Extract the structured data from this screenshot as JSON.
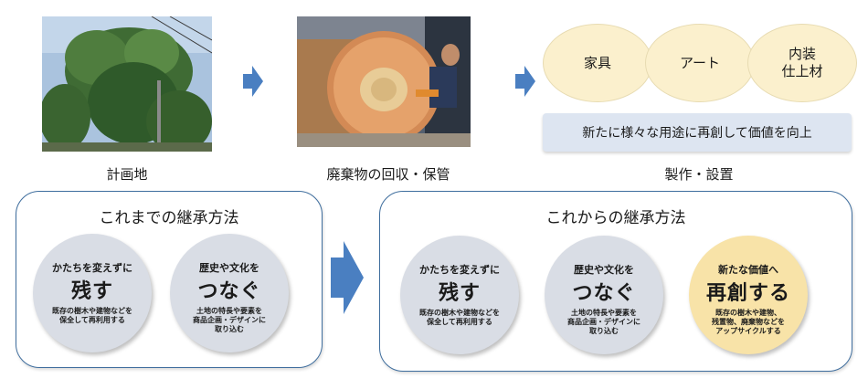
{
  "steps": [
    {
      "caption": "計画地",
      "image": "tree-photo"
    },
    {
      "caption": "廃棄物の回収・保管",
      "image": "log-cutting-photo"
    },
    {
      "caption": "製作・設置"
    }
  ],
  "products": [
    "家具",
    "アート",
    "内装\n仕上材"
  ],
  "banner": "新たに様々な用途に再創して価値を向上",
  "previous_method": {
    "title": "これまでの継承方法",
    "circles": [
      {
        "lead": "かたちを変えずに",
        "main": "残す",
        "desc": "既存の樹木や建物などを\n保全して再利用する"
      },
      {
        "lead": "歴史や文化を",
        "main": "つなぐ",
        "desc": "土地の特長や要素を\n商品企画・デザインに\n取り込む"
      }
    ]
  },
  "future_method": {
    "title": "これからの継承方法",
    "circles": [
      {
        "lead": "かたちを変えずに",
        "main": "残す",
        "desc": "既存の樹木や建物などを\n保全して再利用する"
      },
      {
        "lead": "歴史や文化を",
        "main": "つなぐ",
        "desc": "土地の特長や要素を\n商品企画・デザインに\n取り込む"
      },
      {
        "lead": "新たな価値へ",
        "main": "再創する",
        "desc": "既存の樹木や建物、\n残置物、廃棄物などを\nアップサイクルする"
      }
    ]
  },
  "colors": {
    "arrow": "#4a7fc1",
    "panel_border": "#3f6e9e",
    "bubble": "#fbf0cd",
    "banner": "#dde5f1",
    "circle": "#d9dde5",
    "circle_highlight": "#f8e3a8"
  }
}
